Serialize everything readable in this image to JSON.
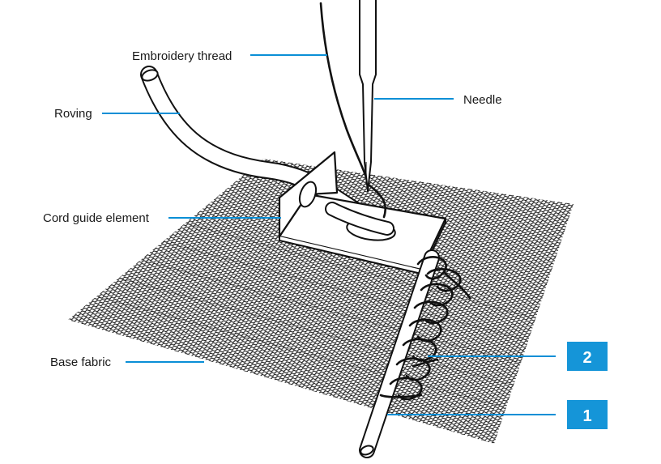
{
  "labels": {
    "embroidery_thread": "Embroidery thread",
    "needle": "Needle",
    "roving": "Roving",
    "cord_guide_element": "Cord guide element",
    "base_fabric": "Base fabric"
  },
  "badges": {
    "badge_1": "1",
    "badge_2": "2"
  },
  "colors": {
    "leader": "#0a8fd6",
    "badge": "#1595d8",
    "ink": "#111111"
  }
}
